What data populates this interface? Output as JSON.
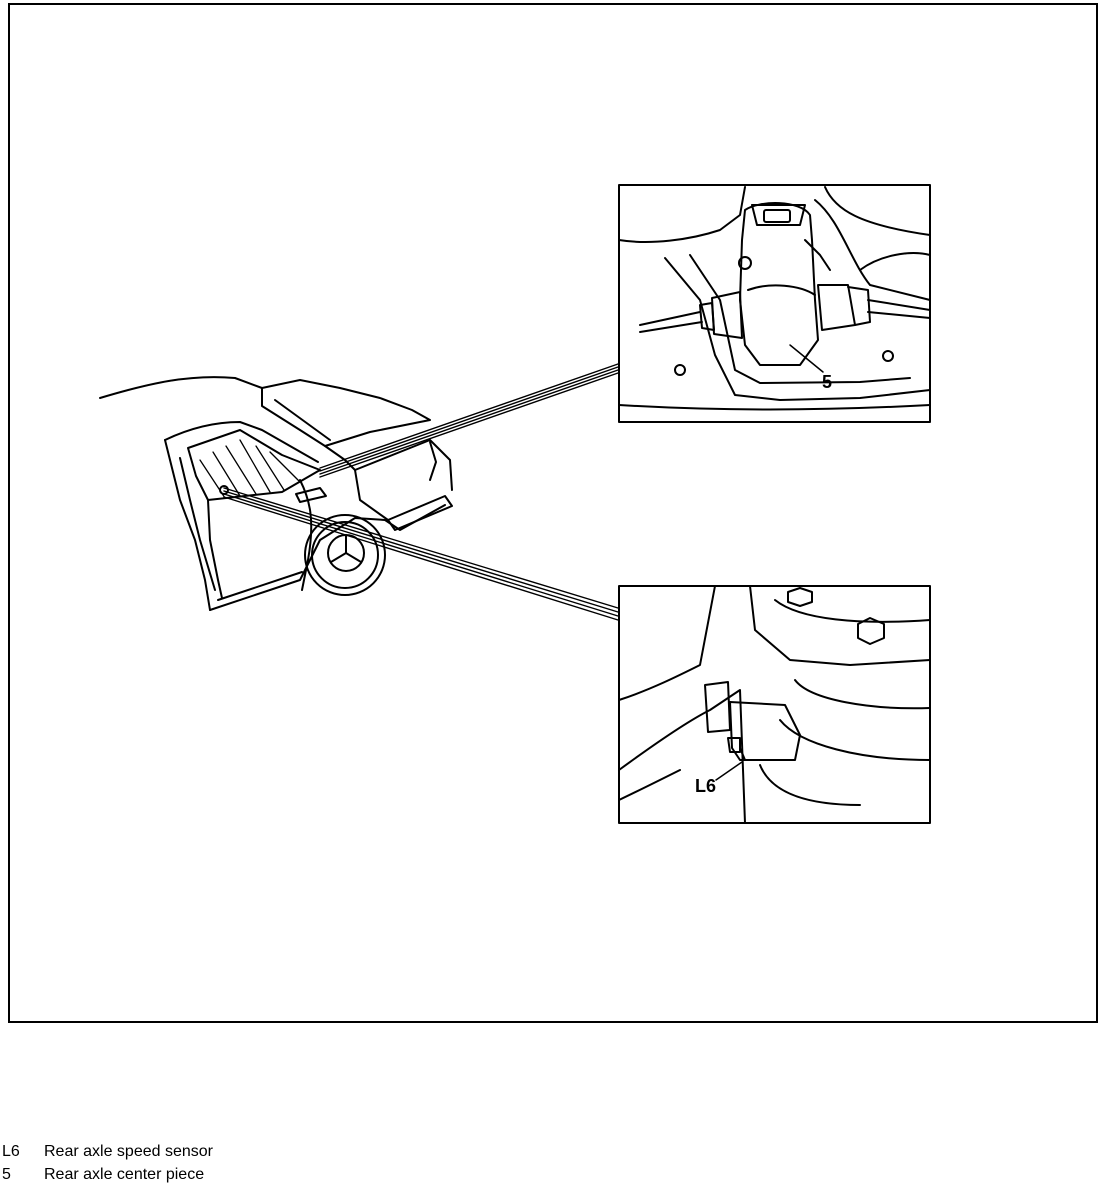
{
  "diagram": {
    "callouts": {
      "top_detail": "5",
      "bottom_detail": "L6"
    }
  },
  "legend": [
    {
      "code": "L6",
      "description": "Rear axle speed sensor"
    },
    {
      "code": "5",
      "description": "Rear axle center piece"
    }
  ]
}
